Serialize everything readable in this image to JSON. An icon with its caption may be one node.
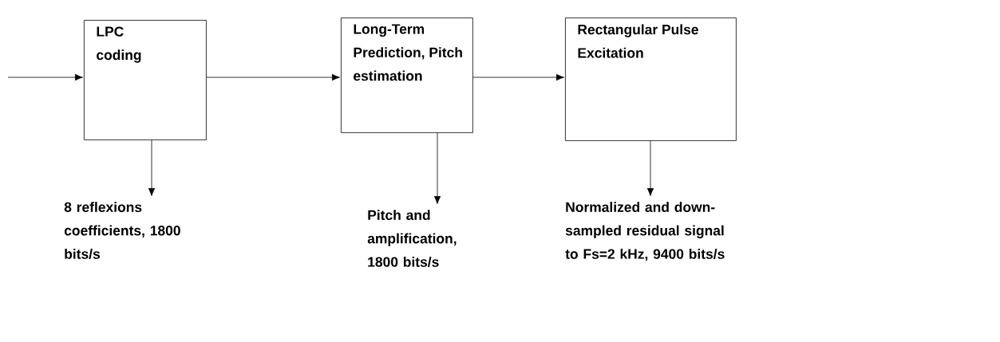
{
  "diagram": {
    "nodes": [
      {
        "text": [
          "LPC coding"
        ]
      },
      {
        "text": [
          "Long-Term Prediction, Pitch estimation"
        ]
      },
      {
        "text": [
          "Rectangular Pulse Excitation"
        ]
      },
      {
        "text": [
          "8 reflexions coefficients, 1800 bits/s"
        ]
      },
      {
        "text": [
          "Pitch and amplification, 1800 bits/s"
        ]
      },
      {
        "text": [
          "Normalized and down-sampled residual signal to Fs=2 kHz, 9400 bits/s"
        ]
      }
    ],
    "edges": [
      {
        "from": null,
        "to": 0,
        "arrow": "to"
      },
      {
        "from": 0,
        "to": 1,
        "arrow": "to"
      },
      {
        "from": 1,
        "to": 2,
        "arrow": "to"
      },
      {
        "from": 0,
        "to": 3,
        "arrow": "to"
      },
      {
        "from": 1,
        "to": 4,
        "arrow": "to"
      },
      {
        "from": 2,
        "to": 5,
        "arrow": "to"
      }
    ]
  }
}
